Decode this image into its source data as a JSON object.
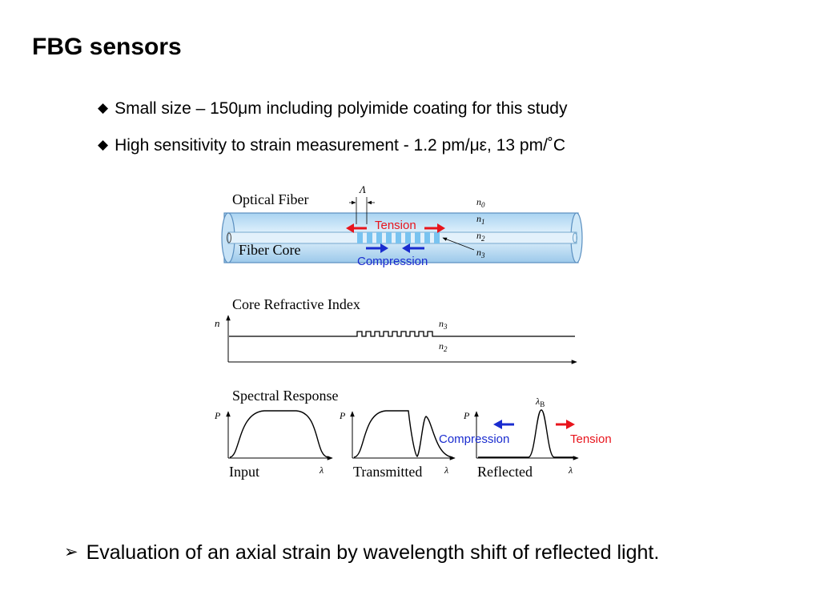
{
  "title": "FBG sensors",
  "bullets": [
    {
      "marker": "◆",
      "text": "Small size – 150μm including polyimide coating for this study"
    },
    {
      "marker": "◆",
      "text": "High sensitivity to strain measurement - 1.2 pm/με, 13 pm/˚C"
    }
  ],
  "fiber": {
    "title": "Optical Fiber",
    "core_label": "Fiber Core",
    "period_label": "Λ",
    "index_labels": [
      "n0",
      "n1",
      "n2",
      "n3"
    ],
    "tension_label": "Tension",
    "compression_label": "Compression"
  },
  "index_plot": {
    "title": "Core Refractive Index",
    "axis_label": "n",
    "upper_label": "n3",
    "lower_label": "n2"
  },
  "spectral": {
    "title": "Spectral Response",
    "y_label": "P",
    "x_label": "λ",
    "panels": [
      "Input",
      "Transmitted",
      "Reflected"
    ],
    "peak_label": "λB",
    "compression_label": "Compression",
    "tension_label": "Tension"
  },
  "colors": {
    "tension": "#e8141c",
    "compression": "#1a2ccf",
    "grating": "#79c3f0",
    "fiber_fill": "#cfe8f8",
    "fiber_edge": "#5a8fc0"
  },
  "footer": {
    "marker": "➢",
    "text": "Evaluation of an axial strain by wavelength shift of reflected light."
  }
}
